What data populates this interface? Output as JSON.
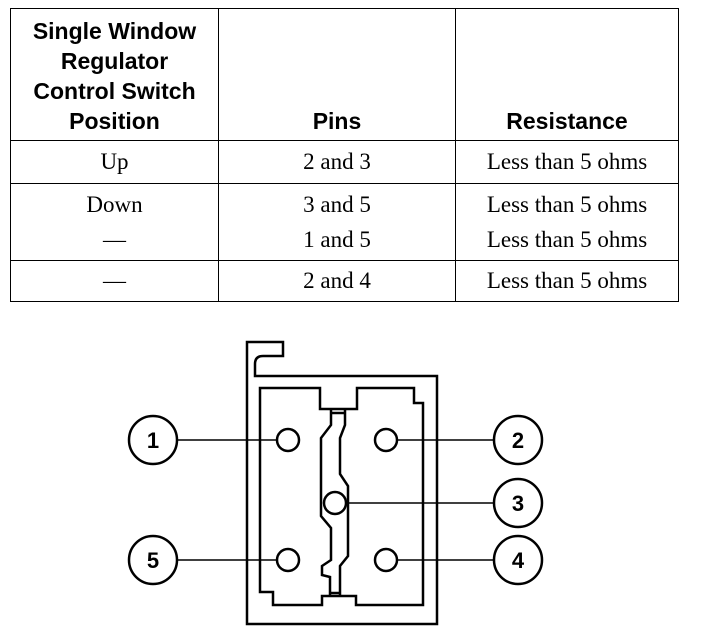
{
  "table": {
    "headers": [
      "Single Window\nRegulator\nControl Switch\nPosition",
      "Pins",
      "Resistance"
    ],
    "header_lines": [
      "Single Window",
      "Regulator",
      "Control Switch",
      "Position"
    ],
    "rows": [
      {
        "position": [
          "Up"
        ],
        "pins": [
          "2 and 3"
        ],
        "resistance": [
          "Less than 5 ohms"
        ]
      },
      {
        "position": [
          "Down",
          "—"
        ],
        "pins": [
          "3 and 5",
          "1 and 5"
        ],
        "resistance": [
          "Less than 5 ohms",
          "Less than 5 ohms"
        ]
      },
      {
        "position": [
          "—"
        ],
        "pins": [
          "2 and 4"
        ],
        "resistance": [
          "Less than 5 ohms"
        ]
      }
    ]
  },
  "diagram": {
    "pin_labels": [
      "1",
      "2",
      "3",
      "4",
      "5"
    ]
  }
}
